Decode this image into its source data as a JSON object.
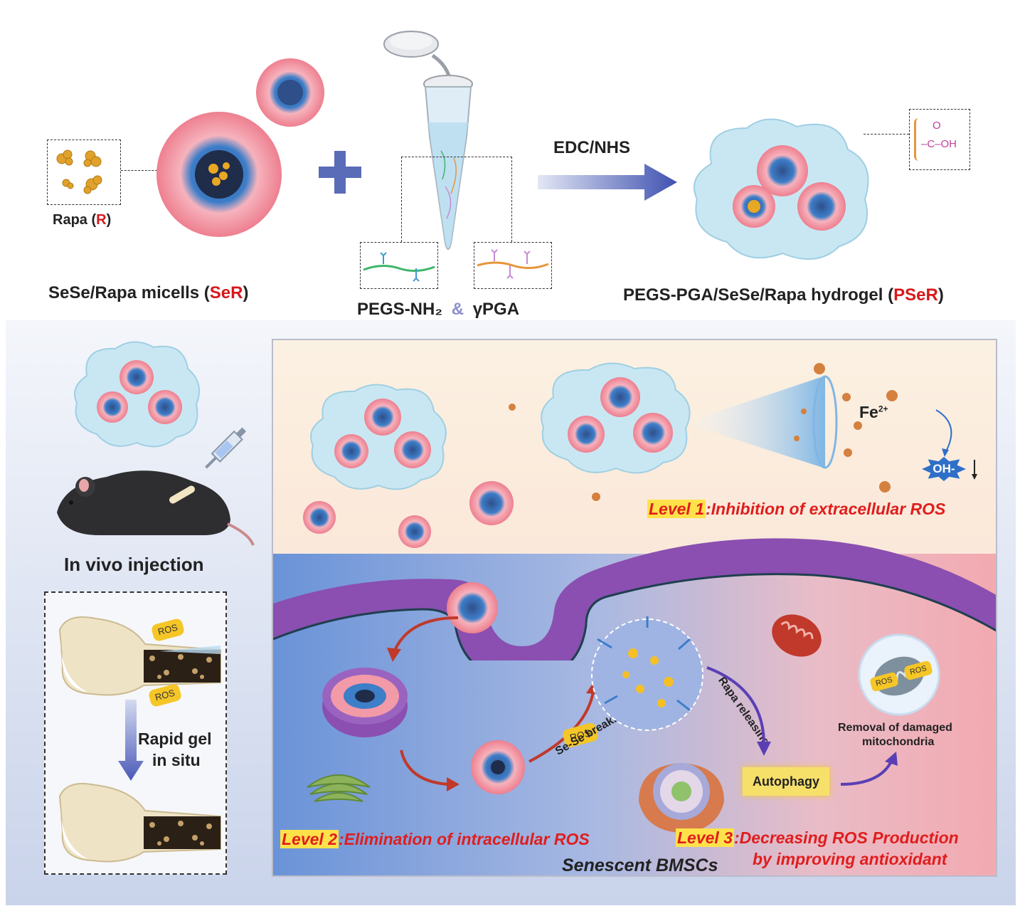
{
  "top": {
    "rapa_label_text": "Rapa (",
    "rapa_label_abbr": "R",
    "rapa_label_close": ")",
    "micelle_label_text": "SeSe/Rapa micells (",
    "micelle_label_abbr": "SeR",
    "micelle_label_close": ")",
    "polymer_label_a": "PEGS-NH₂",
    "polymer_label_amp": "&",
    "polymer_label_b": "γPGA",
    "reaction_label": "EDC/NHS",
    "hydrogel_label_text": "PEGS-PGA/SeSe/Rapa hydrogel  (",
    "hydrogel_label_abbr": "PSeR",
    "hydrogel_label_close": ")",
    "carboxyl_top": "O",
    "carboxyl_bottom": "–C–OH"
  },
  "left": {
    "injection_label": "In vivo injection",
    "gel_label_line1": "Rapid gel",
    "gel_label_line2": "in situ",
    "ros_badge": "ROS"
  },
  "panel": {
    "fe_label": "Fe",
    "fe_charge": "2+",
    "oh_label": "OH-",
    "level1_tag": "Level 1",
    "level1_text": ":Inhibition of extracellular ROS",
    "level2_tag": "Level 2",
    "level2_text": ":Elimination of intracellular ROS",
    "level3_tag": "Level 3",
    "level3_text": ":Decreasing ROS Production",
    "level3_text2": "by improving antioxidant",
    "sese_label": "Se-Se breaking",
    "rapa_release_label": "Rapa releasing",
    "autophagy_label": "Autophagy",
    "removal_line1": "Removal of damaged",
    "removal_line2": "mitochondria",
    "cell_label": "Senescent BMSCs",
    "ros_badge": "ROS"
  },
  "colors": {
    "accent_red": "#d7191c",
    "level_red": "#e01d1d",
    "highlight_yellow": "#ffe24a",
    "membrane_purple": "#8a4fb0",
    "micelle_pink": "#f08a98",
    "micelle_blue": "#3d7ec9",
    "hydrogel_blue": "#bfe3f2",
    "arrow_blue": "#4a5ab8"
  }
}
